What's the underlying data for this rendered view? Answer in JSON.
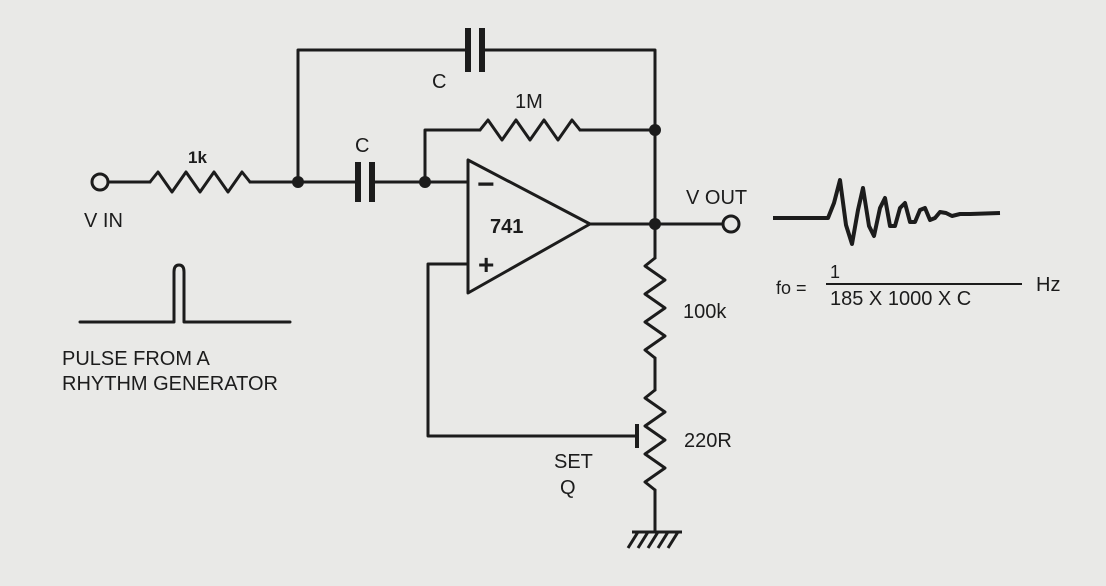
{
  "labels": {
    "vin": "V IN",
    "r_in": "1k",
    "c_top": "C",
    "c_mid": "C",
    "r_fb": "1M",
    "opamp": "741",
    "minus": "−",
    "plus": "+",
    "vout": "V OUT",
    "r_100k": "100k",
    "r_220": "220R",
    "set": "SET",
    "q": "Q",
    "pulse_line1": "PULSE FROM A",
    "pulse_line2": "RHYTHM GENERATOR"
  },
  "formula": {
    "lhs": "fo =",
    "numerator": "1",
    "denominator": "185 X 1000 X C",
    "unit": "Hz"
  },
  "colors": {
    "ink": "#1c1c1c",
    "paper": "#e9e9e7"
  }
}
